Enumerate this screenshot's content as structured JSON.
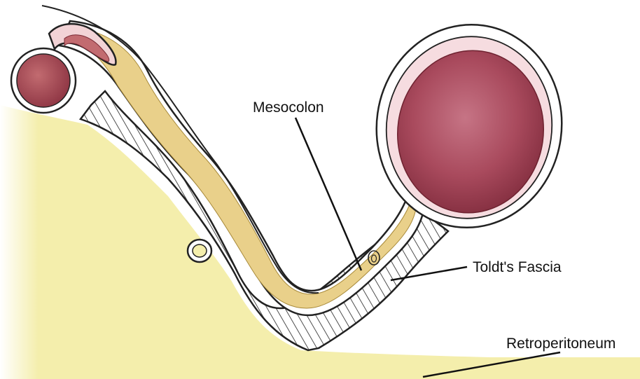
{
  "labels": {
    "mesocolon": "Mesocolon",
    "toldts_fascia": "Toldt's Fascia",
    "retroperitoneum": "Retroperitoneum"
  },
  "colors": {
    "retroperitoneum_fill": "#f4eeac",
    "mesocolon_fat": "#e9d08a",
    "colon_lumen": "#b85a6c",
    "colon_wall": "#f6dce0",
    "hatch_lines": "#222222"
  },
  "icons": {
    "vessel": "vessel-ring-icon"
  }
}
